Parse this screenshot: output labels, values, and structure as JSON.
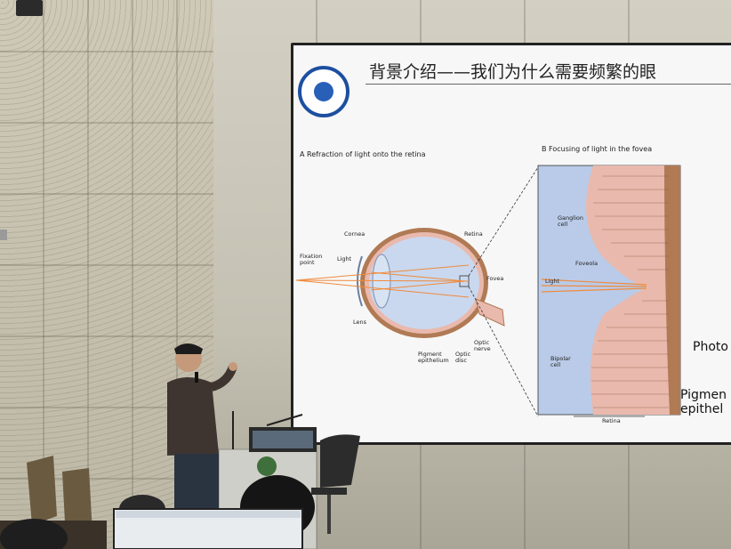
{
  "slide": {
    "title": "背景介绍——我们为什么需要频繁的眼",
    "panel_a_title": "A  Refraction of light onto the retina",
    "panel_b_title": "B  Focusing of light in the fovea",
    "labels_a": {
      "fixation_point": "Fixation\npoint",
      "light": "Light",
      "cornea": "Cornea",
      "retina": "Retina",
      "fovea": "Fovea",
      "lens": "Lens",
      "pigment_epithelium": "Pigment\nepithelium",
      "optic_disc": "Optic\ndisc",
      "optic_nerve": "Optic\nnerve"
    },
    "labels_b": {
      "ganglion_cell": "Ganglion\ncell",
      "foveola": "Foveola",
      "light": "Light",
      "bipolar_cell": "Bipolar\ncell",
      "retina": "Retina",
      "photo": "Photo",
      "pigment": "Pigmen\nepithel"
    }
  },
  "colors": {
    "slide_bg": "#f7f7f7",
    "vitreous": "#b9cbe8",
    "retina_pink": "#e9b9ad",
    "choroid_brown": "#b07a55",
    "light_orange": "#f08a3c",
    "logo_blue": "#1d4fa0"
  }
}
